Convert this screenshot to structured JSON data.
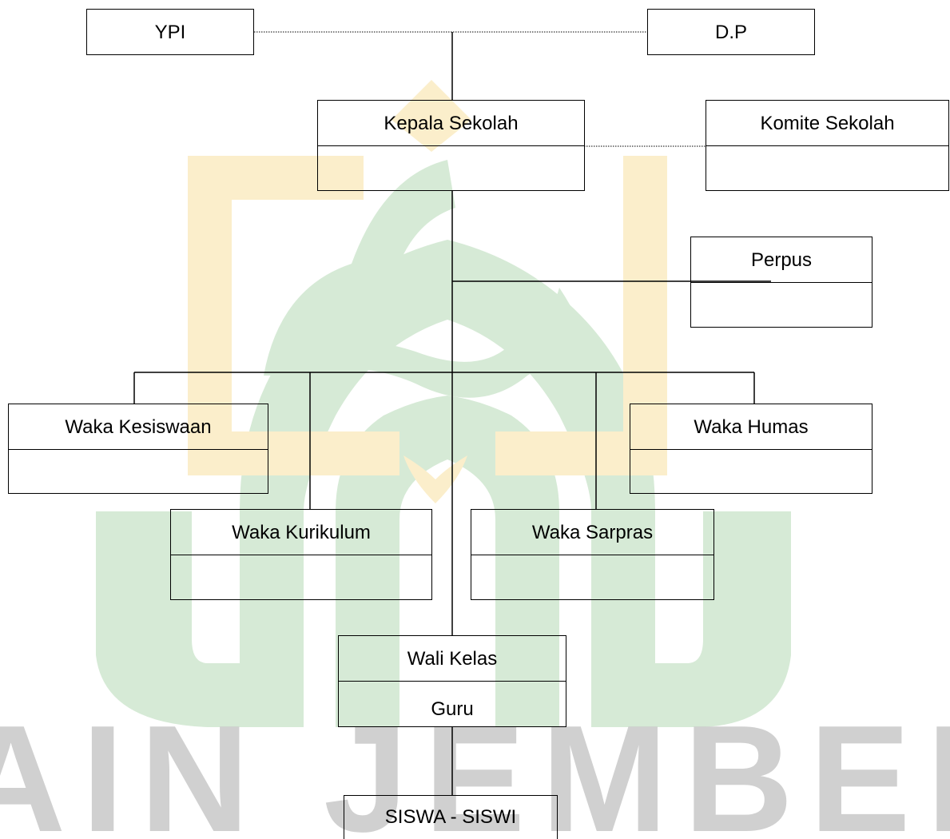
{
  "diagram": {
    "nodes": {
      "ypi": {
        "title": "YPI"
      },
      "dp": {
        "title": "D.P"
      },
      "kepala_sekolah": {
        "title": "Kepala Sekolah"
      },
      "komite_sekolah": {
        "title": "Komite Sekolah"
      },
      "perpus": {
        "title": "Perpus"
      },
      "waka_kesiswaan": {
        "title": "Waka Kesiswaan"
      },
      "waka_humas": {
        "title": "Waka Humas"
      },
      "waka_kurikulum": {
        "title": "Waka Kurikulum"
      },
      "waka_sarpras": {
        "title": "Waka Sarpras"
      },
      "wali_kelas": {
        "title": "Wali Kelas",
        "subtitle": "Guru"
      },
      "siswa": {
        "title": "SISWA - SISWI"
      }
    }
  },
  "watermark": {
    "text": "IAIN JEMBER",
    "colors": {
      "green": "#d3e8d3",
      "yellow": "#fbeecb",
      "grey": "#c8c8c8"
    }
  },
  "colors": {
    "line": "#000000",
    "background": "#ffffff"
  }
}
